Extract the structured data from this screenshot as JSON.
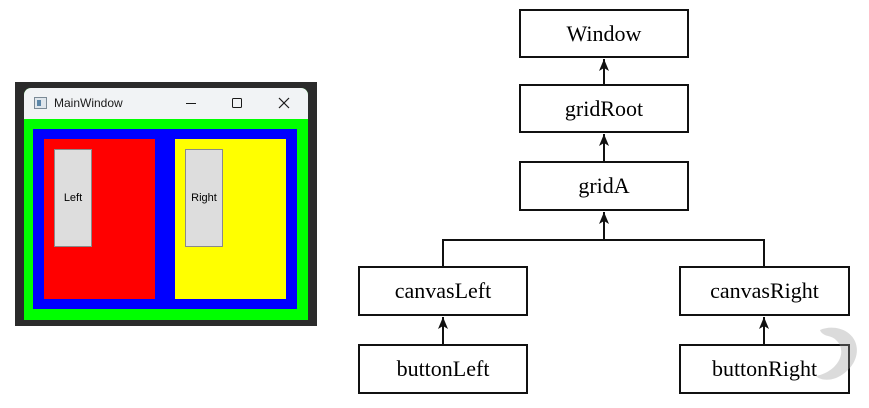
{
  "window": {
    "title": "MainWindow",
    "buttons": {
      "left": "Left",
      "right": "Right"
    },
    "colors": {
      "window_background": "#00ff00",
      "grid_a": "#0000ff",
      "canvas_left": "#ff0000",
      "canvas_right": "#ffff00",
      "button": "#dddddd"
    }
  },
  "tree": {
    "nodes": {
      "window": "Window",
      "grid_root": "gridRoot",
      "grid_a": "gridA",
      "canvas_left": "canvasLeft",
      "canvas_right": "canvasRight",
      "button_left": "buttonLeft",
      "button_right": "buttonRight"
    }
  }
}
